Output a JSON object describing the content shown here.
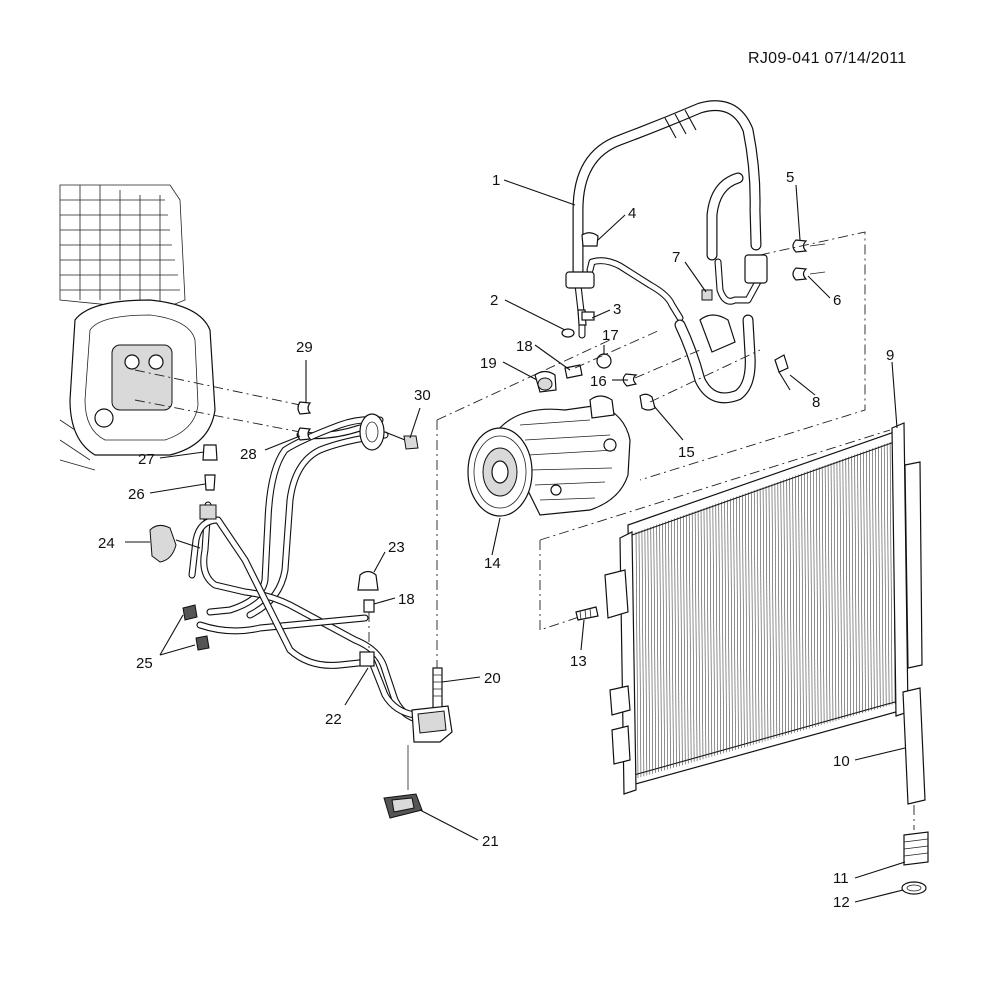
{
  "document": {
    "id_stamp": "RJ09-041  07/14/2011"
  },
  "callouts": {
    "c1": "1",
    "c2": "2",
    "c3": "3",
    "c4": "4",
    "c5": "5",
    "c6": "6",
    "c7": "7",
    "c8": "8",
    "c9": "9",
    "c10": "10",
    "c11": "11",
    "c12": "12",
    "c13": "13",
    "c14": "14",
    "c15": "15",
    "c16": "16",
    "c17": "17",
    "c18a": "18",
    "c18b": "18",
    "c19": "19",
    "c20": "20",
    "c21": "21",
    "c22": "22",
    "c23": "23",
    "c24": "24",
    "c25": "25",
    "c26": "26",
    "c27": "27",
    "c28": "28",
    "c29": "29",
    "c30": "30"
  }
}
